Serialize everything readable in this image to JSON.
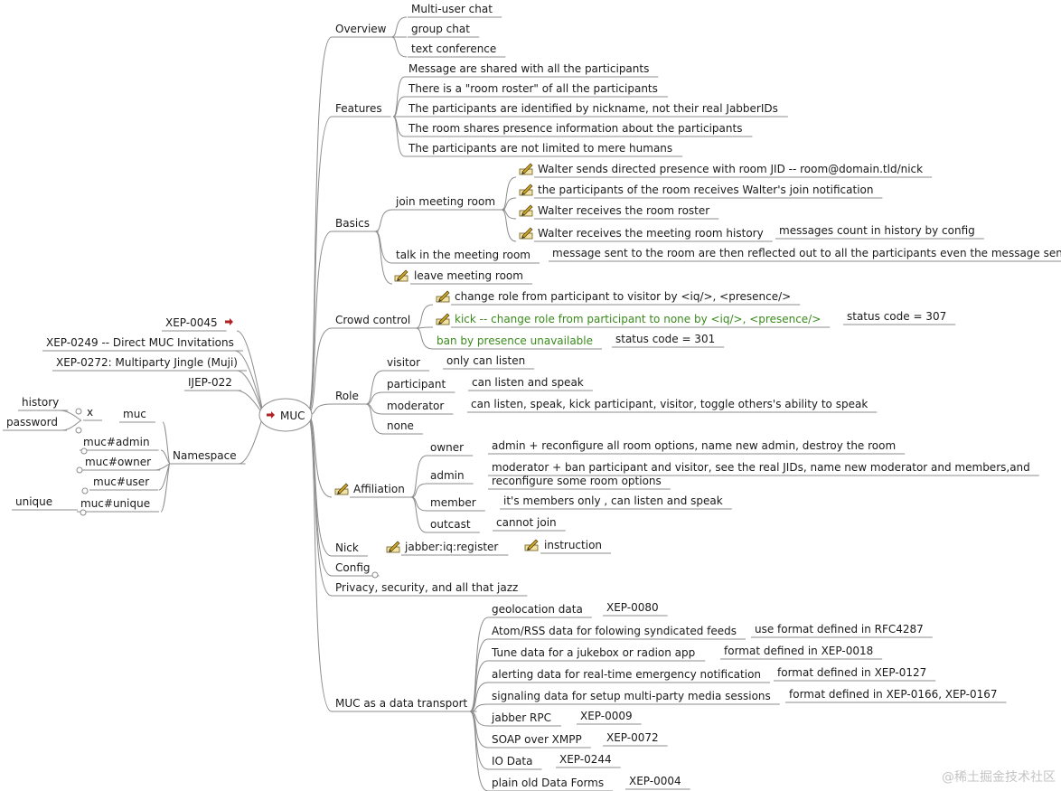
{
  "root": {
    "label": "MUC"
  },
  "overview": {
    "label": "Overview",
    "items": [
      "Multi-user chat",
      "group chat",
      "text conference"
    ]
  },
  "features": {
    "label": "Features",
    "items": [
      "Message are shared with all the participants",
      "There is a \"room roster\" of all the participants",
      "The participants are identified by nickname, not their real JabberIDs",
      "The room shares presence information about the participants",
      "The participants are not limited to mere humans"
    ]
  },
  "basics": {
    "label": "Basics",
    "join": {
      "label": "join meeting room",
      "items": [
        "Walter sends directed presence with room JID -- room@domain.tld/nick",
        "the participants of the room receives Walter's join notification",
        "Walter receives the room roster",
        "Walter receives the meeting room history"
      ],
      "history_note": "messages count in history by config"
    },
    "talk": {
      "label": "talk in the meeting room",
      "note": "message sent to the room are then reflected out to all the participants even the message sender"
    },
    "leave": {
      "label": "leave meeting room"
    }
  },
  "crowd": {
    "label": "Crowd control",
    "role_change": "change role from participant to visitor by <iq/>, <presence/>",
    "kick": "kick -- change role from participant to none by <iq/>, <presence/>",
    "kick_status": "status code = 307",
    "ban": "ban by presence unavailable",
    "ban_status": "status code = 301"
  },
  "role": {
    "label": "Role",
    "visitor": {
      "label": "visitor",
      "note": "only can listen"
    },
    "participant": {
      "label": "participant",
      "note": "can listen and speak"
    },
    "moderator": {
      "label": "moderator",
      "note": "can listen, speak, kick participant, visitor, toggle others's ability to speak"
    },
    "none": {
      "label": "none"
    }
  },
  "affiliation": {
    "label": "Affiliation",
    "owner": {
      "label": "owner",
      "note": "admin + reconfigure all room options, name new admin, destroy the room"
    },
    "admin": {
      "label": "admin",
      "note_line1": "moderator + ban participant and visitor, see the real JIDs, name new moderator and members,and",
      "note_line2": "reconfigure some room options"
    },
    "member": {
      "label": "member",
      "note": "it's members only , can listen and speak"
    },
    "outcast": {
      "label": "outcast",
      "note": "cannot join"
    }
  },
  "nick": {
    "label": "Nick",
    "register": "jabber:iq:register",
    "instruction": "instruction"
  },
  "config": {
    "label": "Config"
  },
  "privacy": {
    "label": "Privacy, security, and all that jazz"
  },
  "transport": {
    "label": "MUC as a data transport",
    "items": [
      {
        "label": "geolocation data",
        "note": "XEP-0080"
      },
      {
        "label": "Atom/RSS data for folowing syndicated feeds",
        "note": "use format defined in RFC4287"
      },
      {
        "label": "Tune data for a jukebox or radion app",
        "note": "format defined in XEP-0018"
      },
      {
        "label": "alerting data for real-time emergency notification",
        "note": "format defined in XEP-0127"
      },
      {
        "label": "signaling data for setup multi-party media sessions",
        "note": "format defined in XEP-0166, XEP-0167"
      },
      {
        "label": "jabber RPC",
        "note": "XEP-0009"
      },
      {
        "label": "SOAP over XMPP",
        "note": "XEP-0072"
      },
      {
        "label": "IO Data",
        "note": "XEP-0244"
      },
      {
        "label": "plain old Data Forms",
        "note": "XEP-0004"
      }
    ]
  },
  "left": {
    "xep0045": "XEP-0045",
    "xep0249": "XEP-0249 -- Direct MUC Invitations",
    "xep0272": "XEP-0272: Multiparty Jingle (Muji)",
    "ijep022": "IJEP-022",
    "namespace": {
      "label": "Namespace",
      "muc": "muc",
      "x": "x",
      "history": "history",
      "password": "password",
      "admin": "muc#admin",
      "owner": "muc#owner",
      "user": "muc#user",
      "unique": "muc#unique",
      "unique_child": "unique"
    }
  },
  "watermark": "@稀土掘金技术社区",
  "colors": {
    "line": "#8c8c8c",
    "text": "#1a1a1a",
    "green": "#3a8a1c",
    "arrow": "#b22222",
    "pencil": "#c9a227"
  },
  "icons": [
    "pencil-icon",
    "red-arrow-icon"
  ]
}
